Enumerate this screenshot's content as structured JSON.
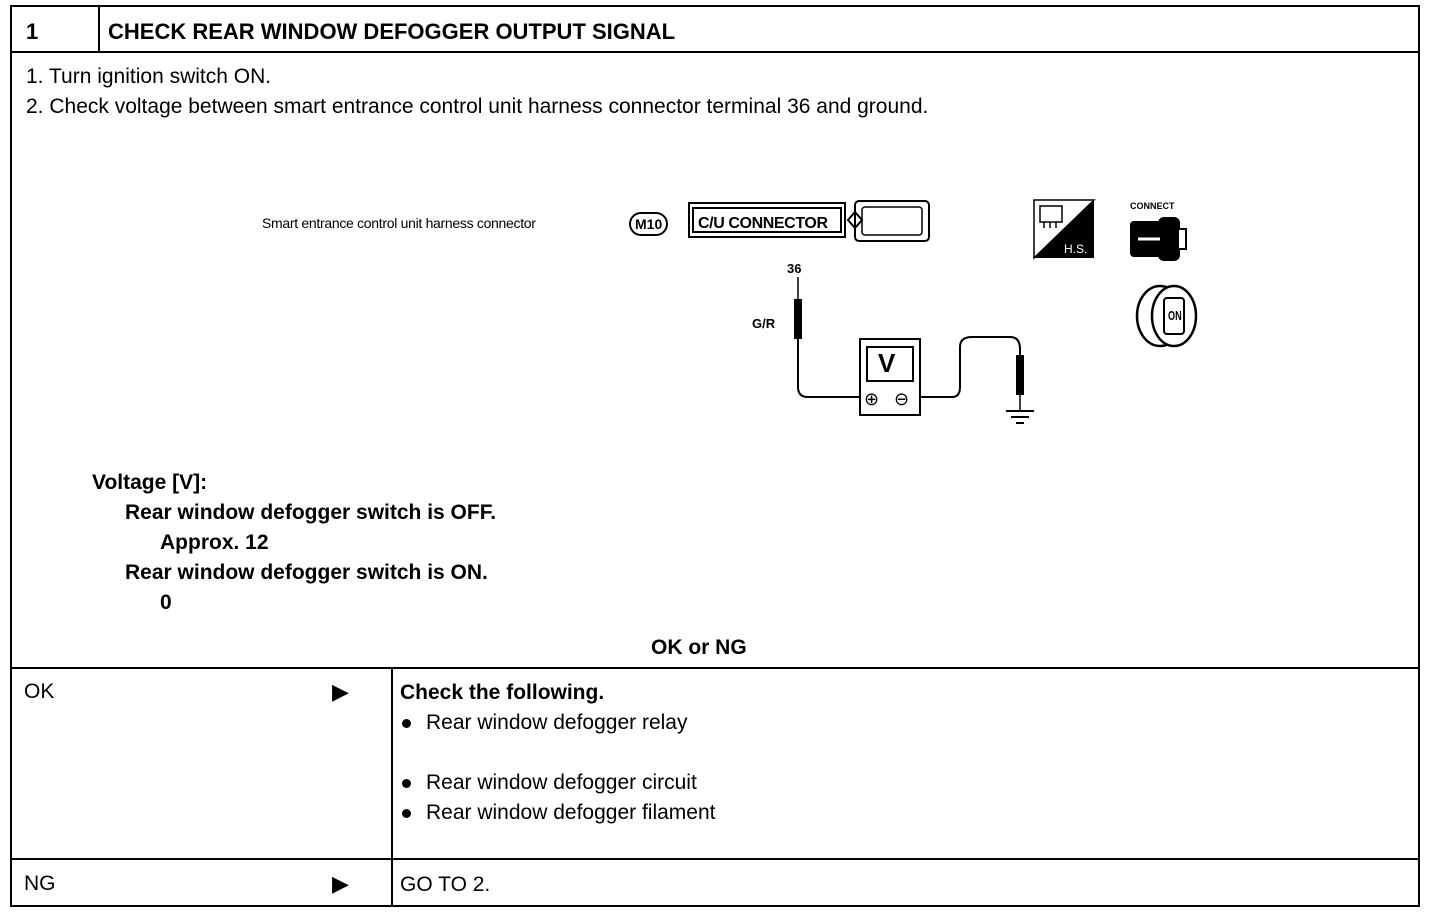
{
  "step": {
    "number": "1",
    "title": "CHECK REAR WINDOW DEFOGGER OUTPUT SIGNAL"
  },
  "instructions": [
    "1.  Turn ignition switch ON.",
    "2.  Check voltage between smart entrance control unit harness connector terminal 36 and ground."
  ],
  "diagram": {
    "connector_label": "Smart entrance control unit harness connector",
    "connector_code": "M10",
    "connector_name": "C/U CONNECTOR",
    "terminal": "36",
    "wire_color": "G/R",
    "meter_symbol": "V",
    "plus_symbol": "⊕",
    "minus_symbol": "⊖",
    "hs_badge": "H.S.",
    "connect_label": "CONNECT",
    "ignition_label": "ON"
  },
  "specification": {
    "heading": "Voltage [V]:",
    "cond1": "Rear window defogger switch is OFF.",
    "val1": "Approx. 12",
    "cond2": "Rear window defogger switch is ON.",
    "val2": "0"
  },
  "result_prompt": "OK or NG",
  "results": {
    "ok": {
      "label": "OK",
      "arrow": "▶",
      "heading": "Check the following.",
      "items": [
        "Rear window defogger relay",
        "Rear window defogger circuit",
        "Rear window defogger filament"
      ]
    },
    "ng": {
      "label": "NG",
      "arrow": "▶",
      "action": "GO TO 2."
    }
  }
}
